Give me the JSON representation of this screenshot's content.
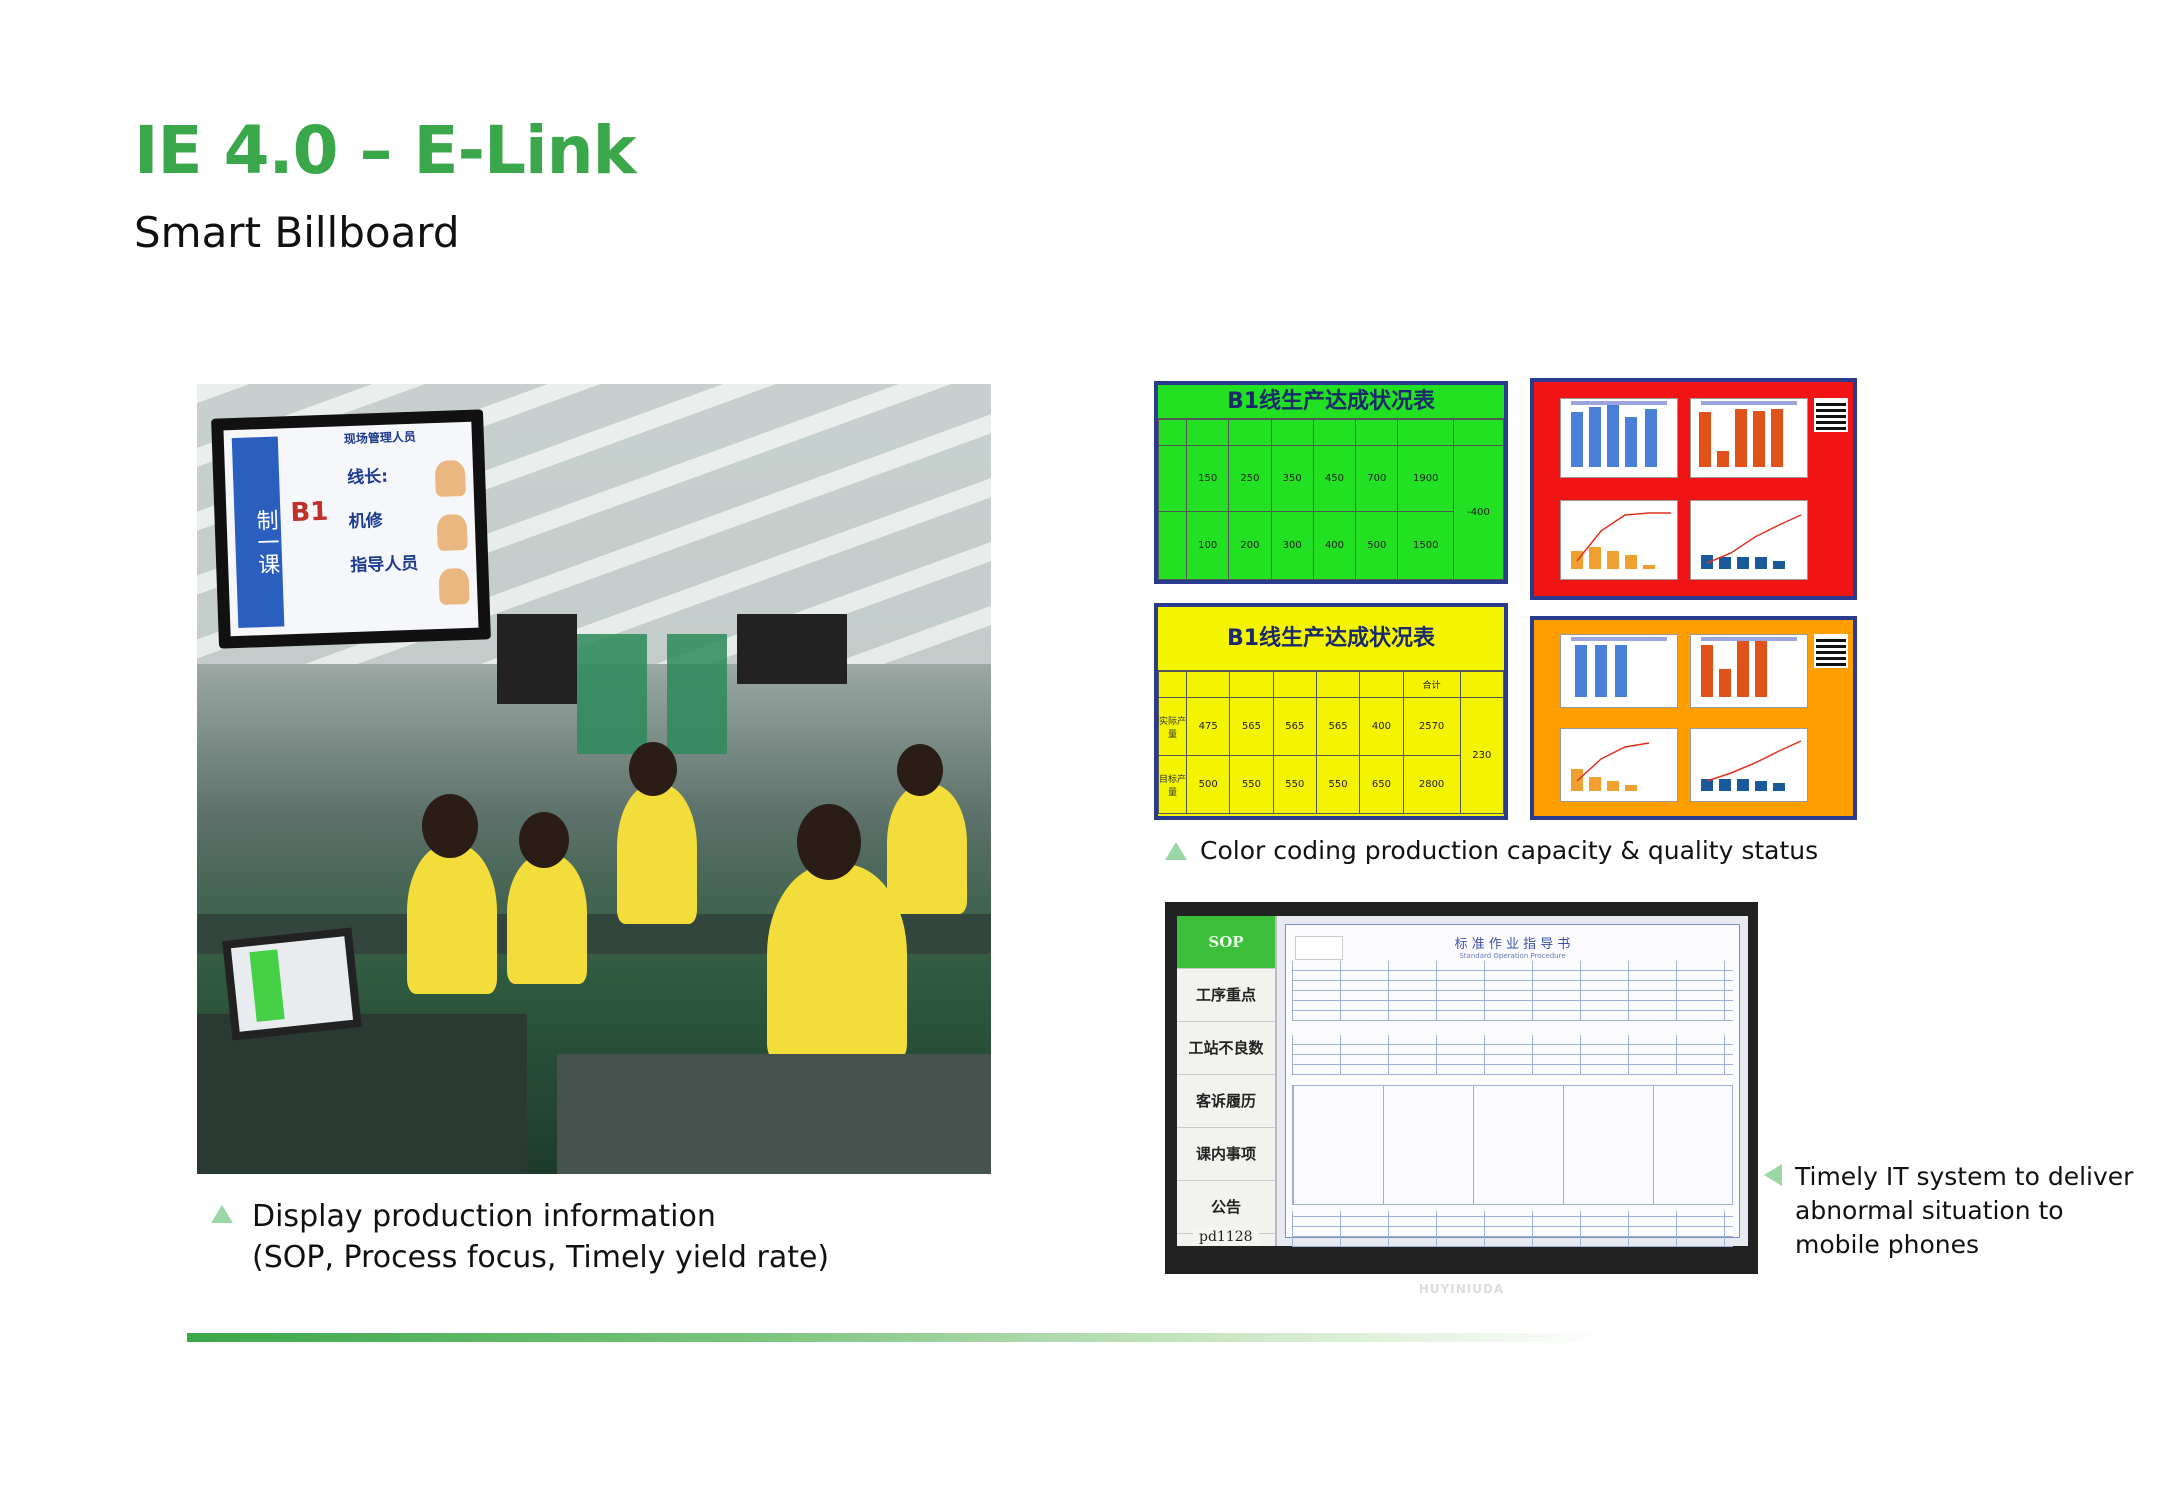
{
  "slide": {
    "title": "IE 4.0 – E-Link",
    "subtitle": "Smart Billboard"
  },
  "photo_screen": {
    "line_label": "B1",
    "side_text": "制一课",
    "header": "现场管理人员",
    "roles": [
      "线长:",
      "机修",
      "指导人员"
    ]
  },
  "captions": {
    "left_line1": "Display production information",
    "left_line2": "(SOP, Process focus, Timely yield rate)",
    "boards": "Color coding production capacity & quality status",
    "sop_line1": "Timely IT system to deliver",
    "sop_line2": "abnormal situation to",
    "sop_line3": "mobile phones"
  },
  "board_green": {
    "title": "B1线生产达成状况表",
    "bg": "#22e022",
    "rows": [
      {
        "values": [
          "150",
          "250",
          "350",
          "450",
          "700",
          "1900"
        ]
      },
      {
        "values": [
          "100",
          "200",
          "300",
          "400",
          "500",
          "1500"
        ]
      }
    ],
    "diff": "-400"
  },
  "board_yellow": {
    "title": "B1线生产达成状况表",
    "bg": "#f4f400",
    "row_labels": [
      "实际产量",
      "目标产量"
    ],
    "total_label": "合计",
    "rows": [
      {
        "values": [
          "475",
          "565",
          "565",
          "565",
          "400",
          "2570"
        ]
      },
      {
        "values": [
          "500",
          "550",
          "550",
          "550",
          "650",
          "2800"
        ]
      }
    ],
    "diff": "230"
  },
  "dash_red": {
    "bg": "#f01414"
  },
  "dash_orange": {
    "bg": "#ff9e00"
  },
  "sop_screen": {
    "menu": [
      "SOP",
      "工序重点",
      "工站不良数",
      "客诉履历",
      "课内事项",
      "公告"
    ],
    "doc_title": "标 准 作 业 指 导 书",
    "doc_subtitle": "Standard Operation Procedure",
    "brand": "HUYINIUDA",
    "tag": "pd1128"
  },
  "colors": {
    "title_green": "#3aa84a",
    "accent_triangle": "#9bd7a4",
    "board_border": "#2a3a8c"
  }
}
